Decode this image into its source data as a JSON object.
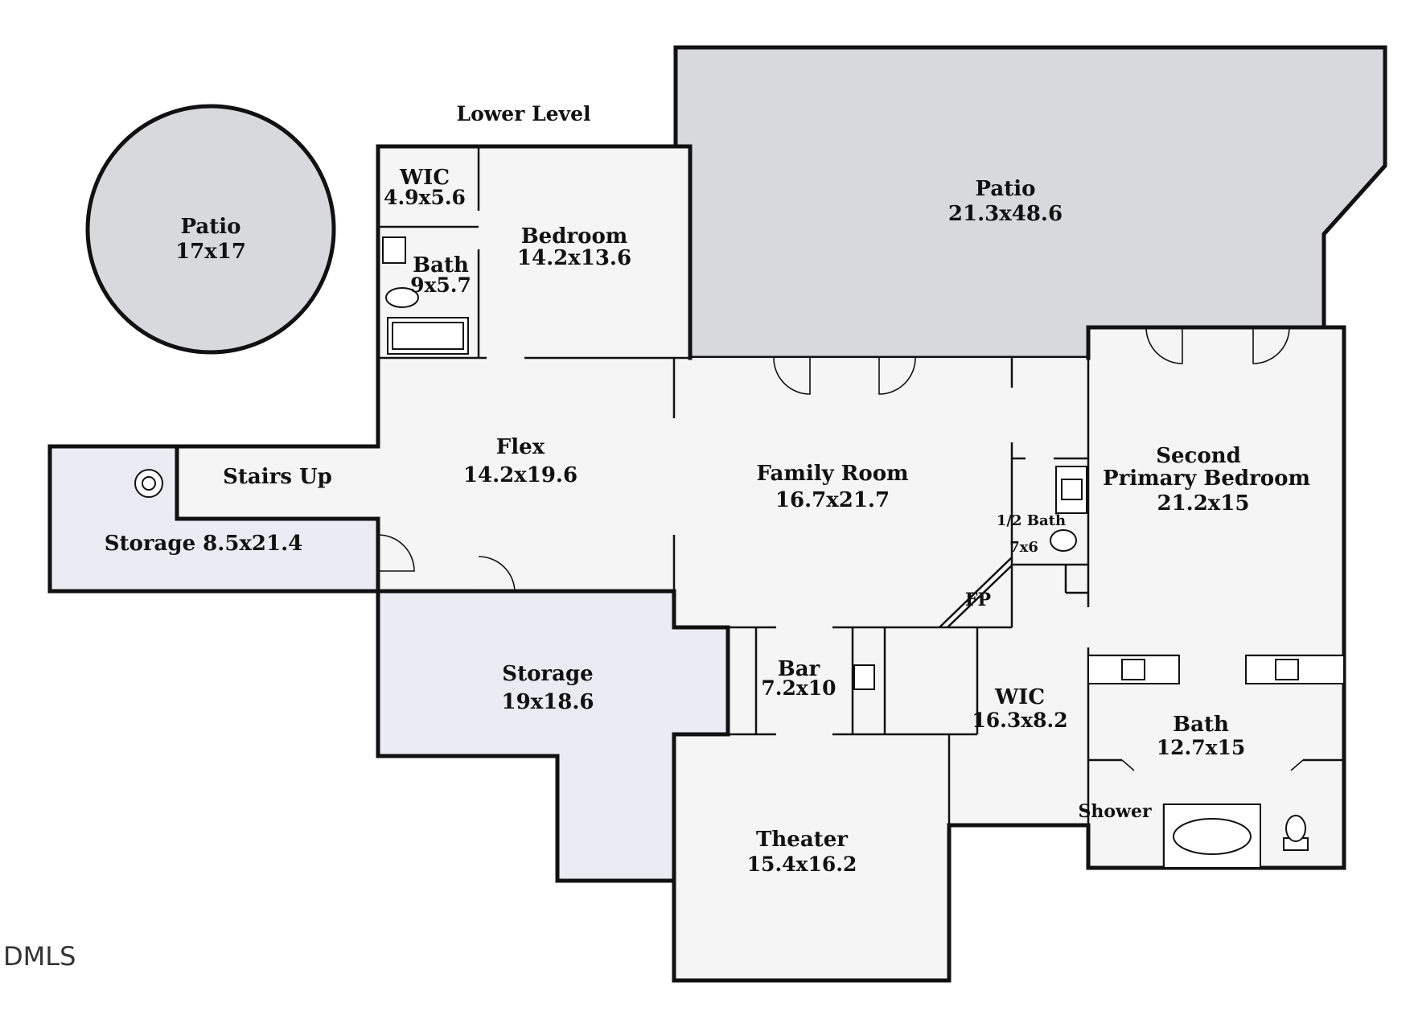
{
  "colors": {
    "interior": "#f5f5f5",
    "patio": "#d8d9dc",
    "storage": "#ebebf3",
    "wall": "#111111",
    "background": "#ffffff"
  },
  "plan": {
    "title": "Lower Level",
    "watermark": "DMLS"
  },
  "rooms": {
    "patio_round": {
      "name": "Patio",
      "size": "17x17"
    },
    "patio_large": {
      "name": "Patio",
      "size": "21.3x48.6"
    },
    "wic_small": {
      "name": "WIC",
      "size": "4.9x5.6"
    },
    "bath_small": {
      "name": "Bath",
      "size": "9x5.7"
    },
    "bedroom": {
      "name": "Bedroom",
      "size": "14.2x13.6"
    },
    "flex": {
      "name": "Flex",
      "size": "14.2x19.6"
    },
    "stairs": {
      "name": "Stairs Up"
    },
    "storage_small": {
      "name": "Storage 8.5x21.4"
    },
    "family_room": {
      "name": "Family Room",
      "size": "16.7x21.7"
    },
    "half_bath": {
      "name": "1/2 Bath",
      "size": "7x6"
    },
    "fireplace": {
      "name": "FP"
    },
    "second_primary": {
      "line1": "Second",
      "line2": "Primary Bedroom",
      "size": "21.2x15"
    },
    "storage_large": {
      "name": "Storage",
      "size": "19x18.6"
    },
    "bar": {
      "name": "Bar",
      "size": "7.2x10"
    },
    "wic_large": {
      "name": "WIC",
      "size": "16.3x8.2"
    },
    "bath_primary": {
      "name": "Bath",
      "size": "12.7x15"
    },
    "shower": {
      "name": "Shower"
    },
    "theater": {
      "name": "Theater",
      "size": "15.4x16.2"
    }
  }
}
